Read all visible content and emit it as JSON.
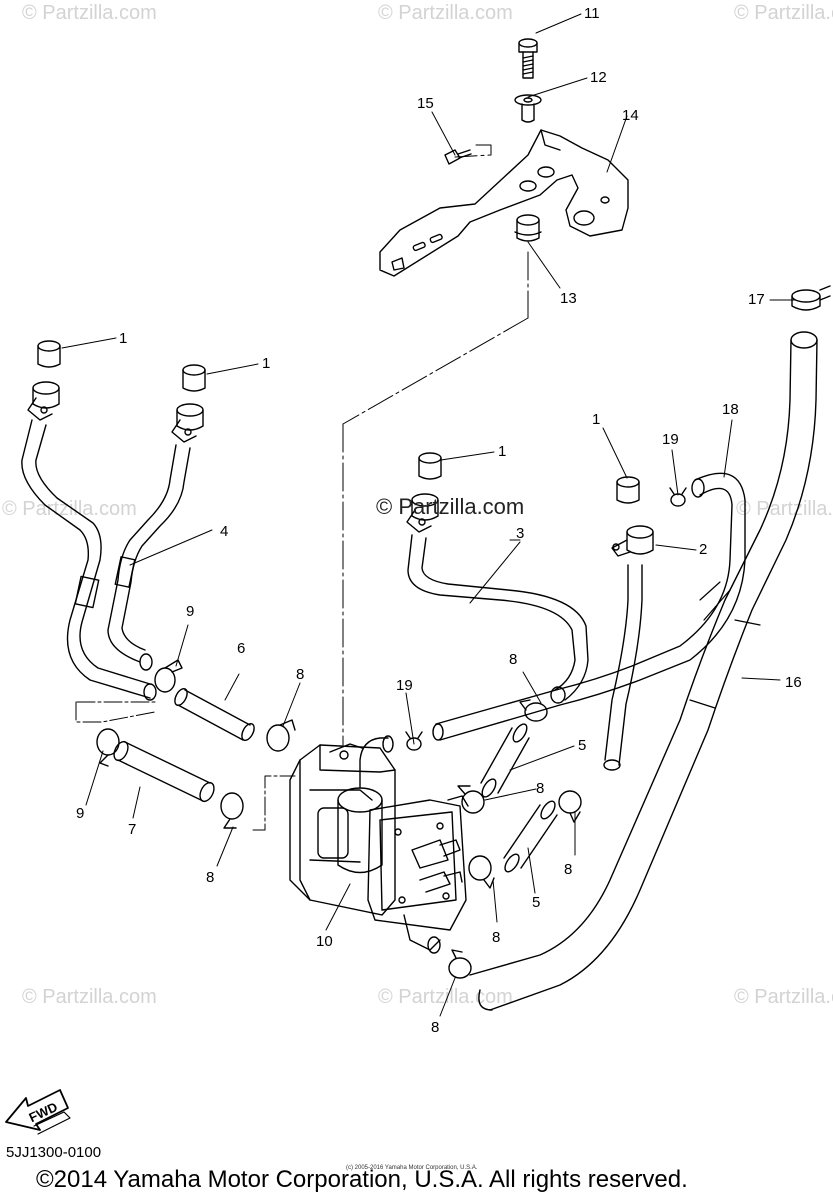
{
  "watermarks": [
    "© Partzilla.com",
    "© Partzilla.com",
    "© Partzilla.com",
    "© Partzilla.com",
    "© Partzilla.com",
    "© Partzilla.com",
    "© Partzilla.com",
    "© Partzilla.com",
    "© Partzilla.com"
  ],
  "center_watermark": "© Partzilla.com",
  "callouts": {
    "c1a": "1",
    "c1b": "1",
    "c1c": "1",
    "c1d": "1",
    "c2": "2",
    "c3": "3",
    "c4": "4",
    "c5a": "5",
    "c5b": "5",
    "c6": "6",
    "c7": "7",
    "c8a": "8",
    "c8b": "8",
    "c8c": "8",
    "c8d": "8",
    "c8e": "8",
    "c8f": "8",
    "c8g": "8",
    "c9a": "9",
    "c9b": "9",
    "c10": "10",
    "c11": "11",
    "c12": "12",
    "c13": "13",
    "c14": "14",
    "c15": "15",
    "c16": "16",
    "c17": "17",
    "c18": "18",
    "c19a": "19",
    "c19b": "19"
  },
  "fwd_label": "FWD",
  "catalog_number": "5JJ1300-0100",
  "fine_print": "(c) 2005-2016 Yamaha Motor Corporation, U.S.A.",
  "copyright": "©2014 Yamaha Motor Corporation, U.S.A. All rights reserved."
}
